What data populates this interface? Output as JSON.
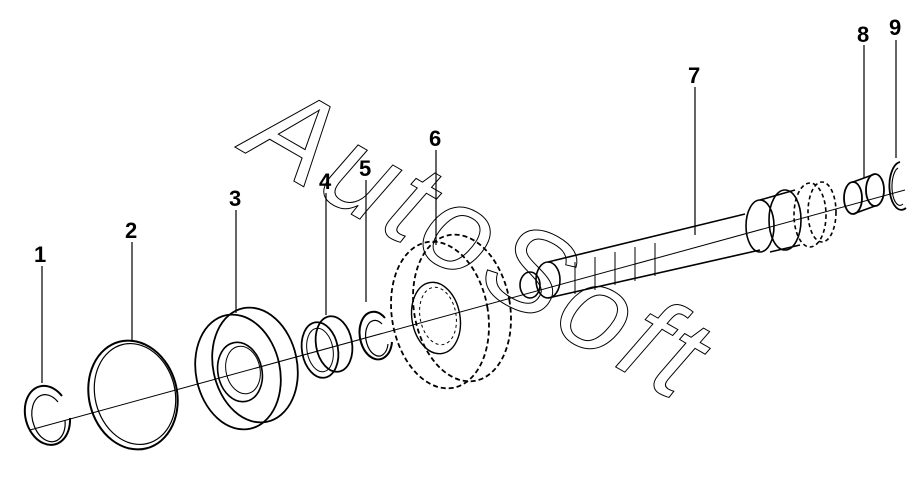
{
  "watermark": "AutoSoft",
  "parts": [
    {
      "number": "1",
      "name": "snap ring"
    },
    {
      "number": "2",
      "name": "retaining ring"
    },
    {
      "number": "3",
      "name": "bearing"
    },
    {
      "number": "4",
      "name": "bushing"
    },
    {
      "number": "5",
      "name": "circlip"
    },
    {
      "number": "6",
      "name": "gear"
    },
    {
      "number": "7",
      "name": "shaft"
    },
    {
      "number": "8",
      "name": "bushing"
    },
    {
      "number": "9",
      "name": "snap ring"
    }
  ],
  "colors": {
    "line": "#000000",
    "background": "#ffffff"
  }
}
